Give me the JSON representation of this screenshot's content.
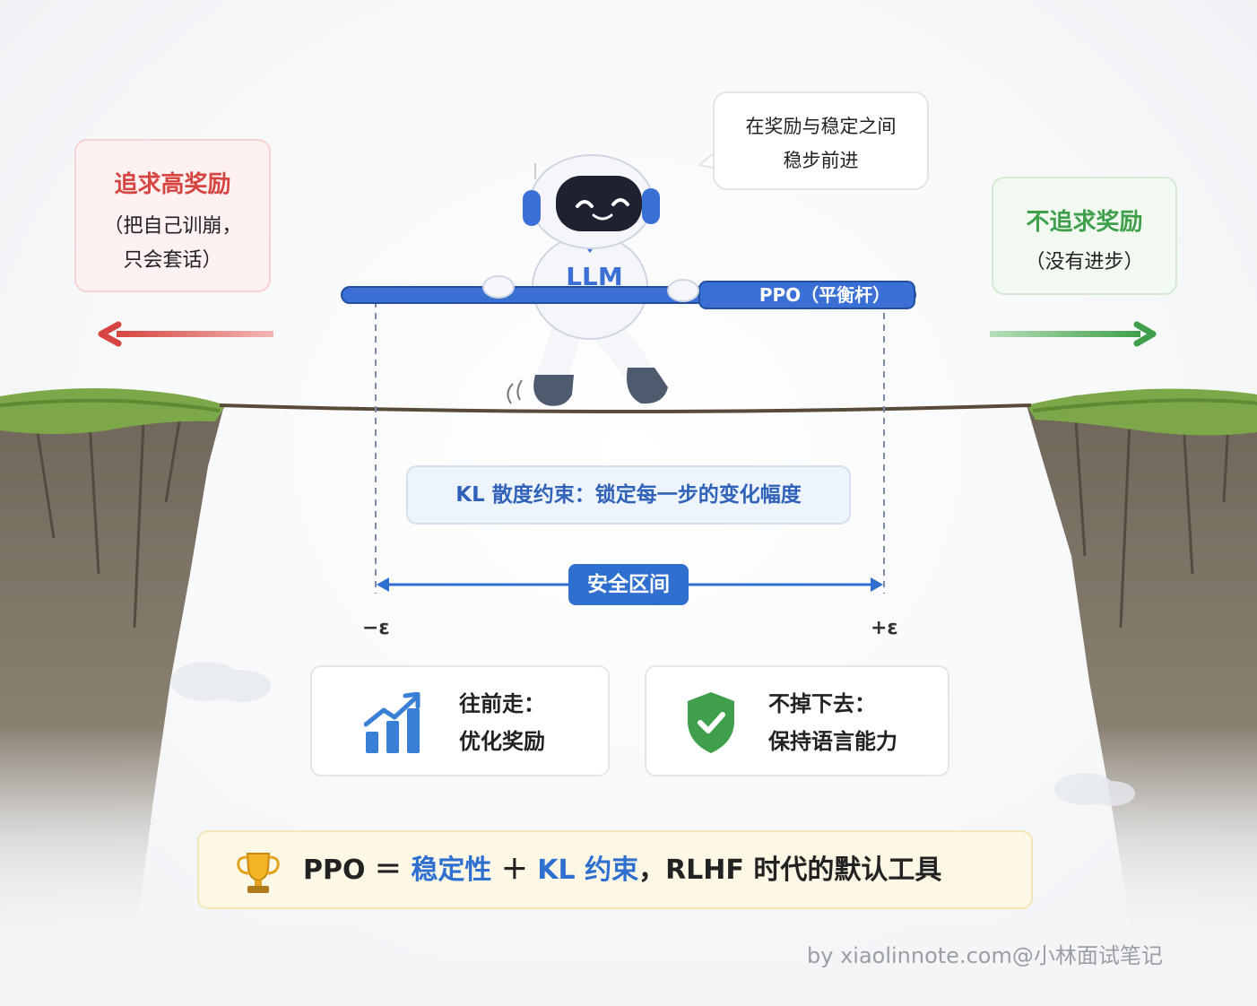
{
  "left_box": {
    "title": "追求高奖励",
    "line1": "（把自己训崩，",
    "line2": "只会套话）"
  },
  "right_box": {
    "title": "不追求奖励",
    "line1": "（没有进步）"
  },
  "bubble": {
    "line1": "在奖励与稳定之间",
    "line2": "稳步前进"
  },
  "robot": {
    "shirt_text": "LLM"
  },
  "pole": {
    "label": "PPO（平衡杆）"
  },
  "kl_box": {
    "text": "KL 散度约束：锁定每一步的变化幅度"
  },
  "safe_zone": {
    "label": "安全区间",
    "left_bound": "−ε",
    "right_bound": "+ε"
  },
  "card_forward": {
    "line1": "往前走：",
    "line2": "优化奖励",
    "icon": "growth-chart-icon"
  },
  "card_safe": {
    "line1": "不掉下去：",
    "line2": "保持语言能力",
    "icon": "shield-check-icon"
  },
  "banner": {
    "icon": "trophy-icon",
    "p1": "PPO ＝ ",
    "p2": "稳定性",
    "p3": " ＋ ",
    "p4": "KL 约束",
    "p5": "，RLHF 时代的默认工具"
  },
  "footer": {
    "text": "by xiaolinnote.com@小林面试笔记"
  },
  "colors": {
    "red": "#d64541",
    "green": "#3f9f4a",
    "blue": "#2f6fd0",
    "pole_blue": "#3a6fd6"
  }
}
